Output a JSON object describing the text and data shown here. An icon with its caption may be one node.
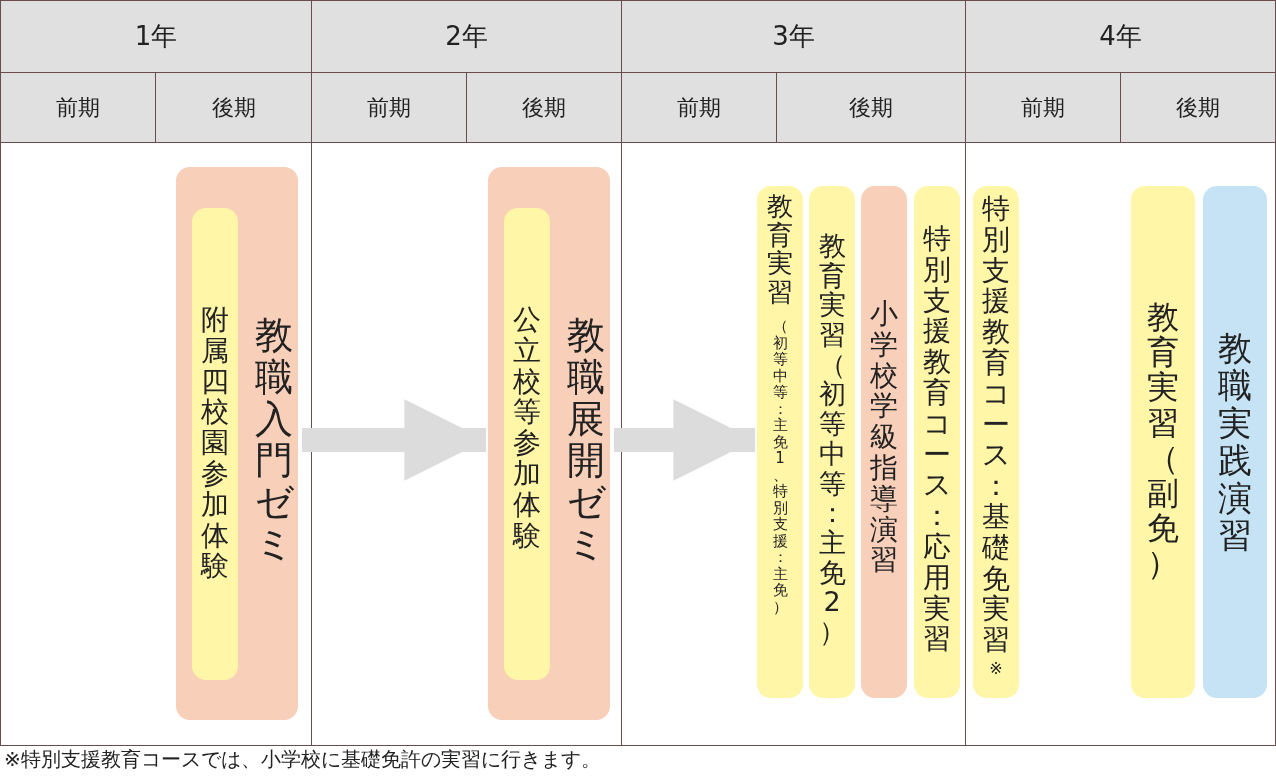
{
  "diagram": {
    "caption": "※特別支援教育コースでは、小学校に基礎免許の実習に行きます。",
    "nodes": [
      {
        "text": [
          "教職入門ゼミ"
        ]
      },
      {
        "text": [
          "附属四校園参加体験"
        ],
        "in": 0
      },
      {
        "text": [
          "教職展開ゼミ"
        ]
      },
      {
        "text": [
          "公立校等参加体験"
        ],
        "in": 2
      },
      {
        "text": [
          "教育実習",
          "（初等中等：主免1、特別支援：主免）"
        ]
      },
      {
        "text": [
          "教育実習（初等中等：主免2）"
        ]
      },
      {
        "text": [
          "小学校学級指導演習"
        ]
      },
      {
        "text": [
          "特別支援教育コース：応用実習"
        ]
      },
      {
        "text": [
          "特別支援教育コース：基礎免実習",
          "※"
        ]
      },
      {
        "text": [
          "教育実習（副免）"
        ]
      },
      {
        "text": [
          "教職実践演習"
        ]
      }
    ],
    "edges": [
      {
        "from": 0,
        "to": 2,
        "arrow": "to"
      },
      {
        "from": 2,
        "to": 4,
        "arrow": "to"
      }
    ],
    "labels": [
      "1年",
      "2年",
      "3年",
      "4年",
      "前期",
      "後期",
      "前期",
      "後期",
      "前期",
      "後期",
      "前期",
      "後期"
    ]
  }
}
